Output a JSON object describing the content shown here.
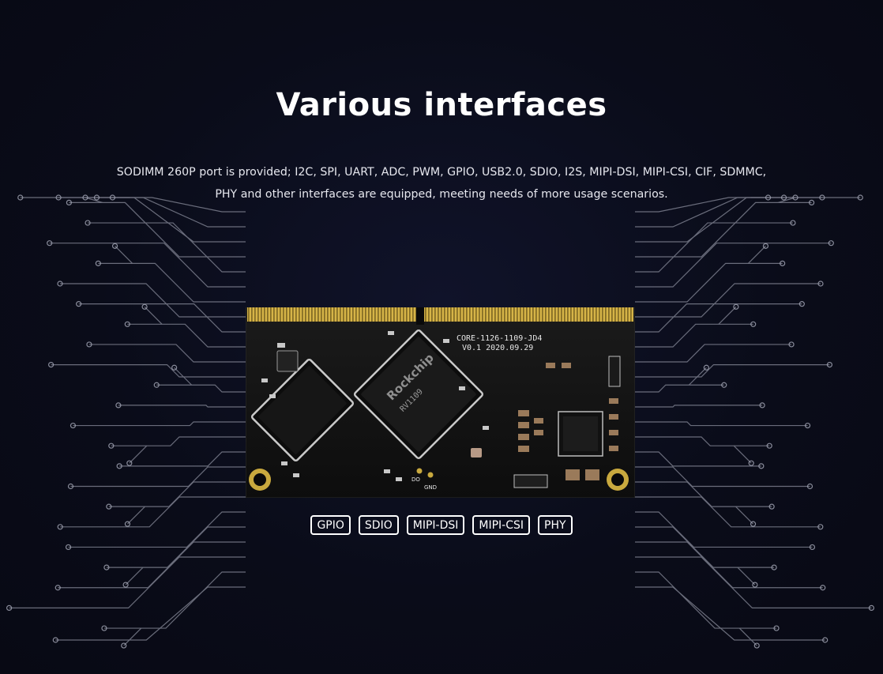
{
  "hero": {
    "title": "Various interfaces",
    "description_line1": "SODIMM 260P port is provided; I2C, SPI, UART, ADC, PWM, GPIO, USB2.0, SDIO, I2S, MIPI-DSI, MIPI-CSI, CIF, SDMMC,",
    "description_line2": "PHY and other interfaces are equipped, meeting needs of more usage scenarios."
  },
  "board": {
    "silkscreen_line1": "CORE-1126-1109-JD4",
    "silkscreen_line2": "V0.1  2020.09.29",
    "soc_brand": "Rockchip",
    "soc_model": "RV1109",
    "label_do": "DO",
    "label_gnd": "GND"
  },
  "interface_tags": [
    "GPIO",
    "SDIO",
    "MIPI-DSI",
    "MIPI-CSI",
    "PHY"
  ],
  "colors": {
    "background": "#090b17",
    "circuit_lines": "#8d90a0",
    "pcb": "#121212",
    "gold_fingers": "#c9a93e",
    "text": "#ffffff"
  }
}
